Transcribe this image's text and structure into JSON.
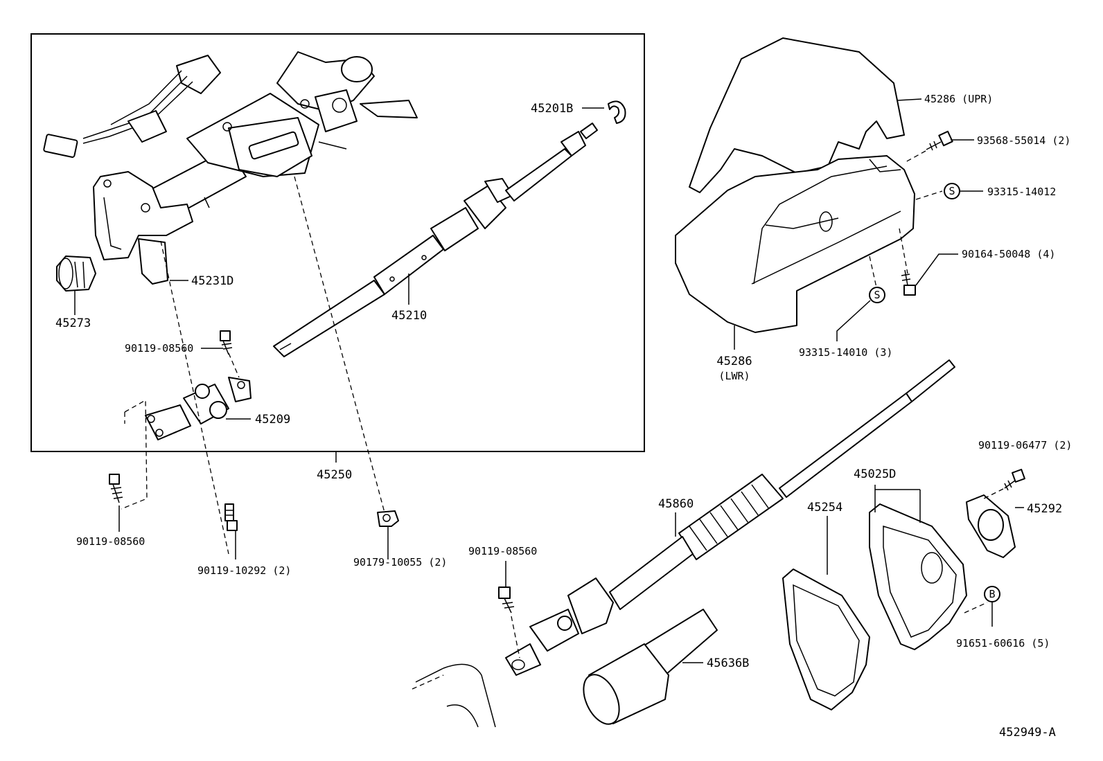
{
  "parts": {
    "p45201B": "45201B",
    "p45231D": "45231D",
    "p45273": "45273",
    "p45210": "45210",
    "p90119_08560_a": "90119-08560",
    "p45209": "45209",
    "p45250": "45250",
    "p90119_08560_b": "90119-08560",
    "p90119_10292": "90119-10292 (2)",
    "p90179_10055": "90179-10055 (2)",
    "p45286_upr": "45286 (UPR)",
    "p93568_55014": "93568-55014 (2)",
    "p93315_14012": "93315-14012",
    "p90164_50048": "90164-50048 (4)",
    "p45286_lwr_num": "45286",
    "p45286_lwr_tag": "(LWR)",
    "p93315_14010": "93315-14010 (3)",
    "p90119_06477": "90119-06477 (2)",
    "p45025D": "45025D",
    "p45254": "45254",
    "p45292": "45292",
    "p45860": "45860",
    "p90119_08560_c": "90119-08560",
    "p91651_60616": "91651-60616 (5)",
    "p45636B": "45636B"
  },
  "markers": {
    "s_mark": "S",
    "b_mark": "B"
  },
  "figure_id": "452949-A"
}
